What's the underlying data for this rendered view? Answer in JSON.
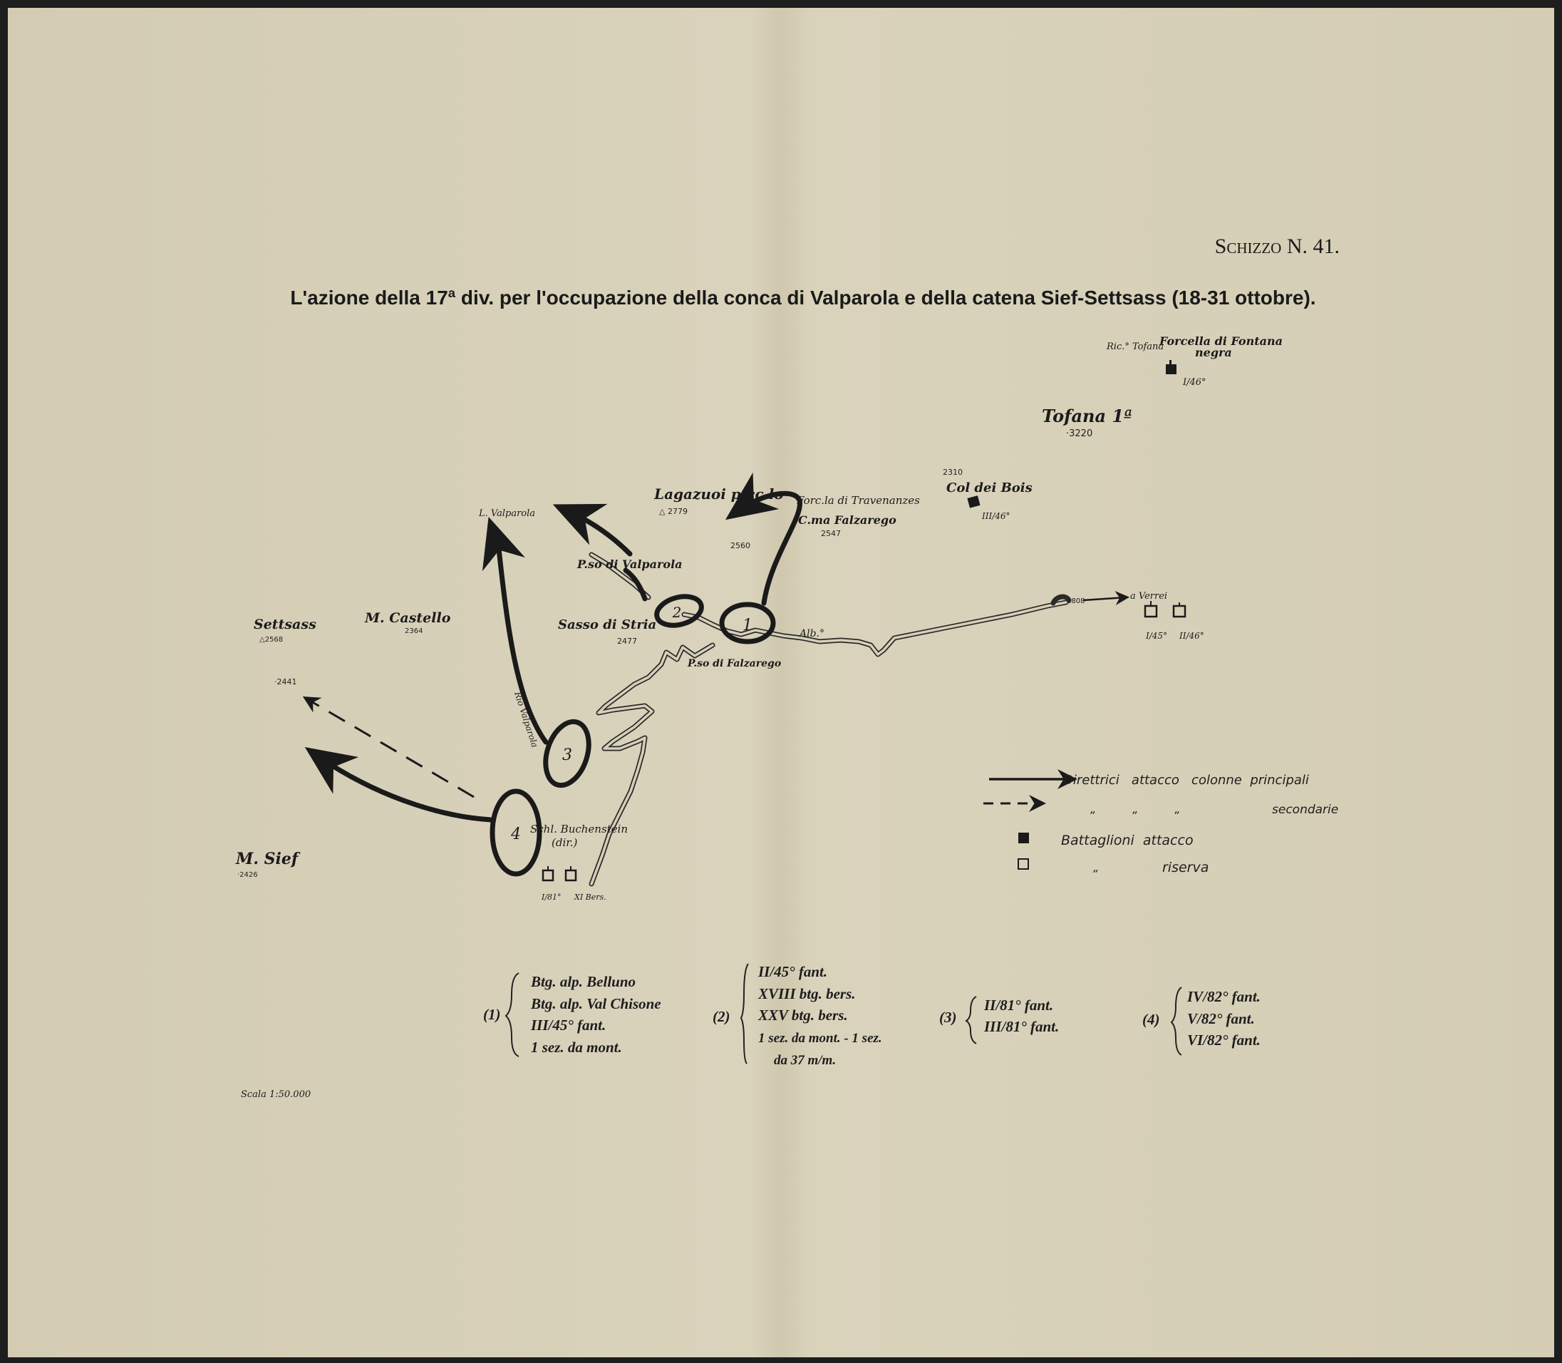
{
  "header": {
    "sketch_number": "Schizzo N. 41.",
    "title": "L'azione della 17ª div. per l'occupazione della conca di Valparola e della catena Sief-Settsass (18-31 ottobre)."
  },
  "colors": {
    "paper": "#d8d1b9",
    "ink": "#1a1a1a",
    "frame": "#1e1e1e"
  },
  "places": {
    "ric_tofana": "Ric.° Tofana",
    "forcella_fontana_negra_1": "Forcella di Fontana",
    "forcella_fontana_negra_2": "negra",
    "tofana": "Tofana 1ª",
    "tofana_elev": "·3220",
    "col_dei_bois_elev": "2310",
    "col_dei_bois": "Col dei Bois",
    "lagazuoi": "Lagazuoi picc.lo",
    "lagazuoi_elev": "△ 2779",
    "forc_travenanzes": "Forc.la di Travenanzes",
    "cima_falzarego": "C.ma Falzarego",
    "cima_falzarego_elev": "2547",
    "elev_2560": "2560",
    "lago_valparola": "L. Valparola",
    "passo_valparola": "P.so di Valparola",
    "sasso_stria": "Sasso di Stria",
    "sasso_stria_elev": "2477",
    "albergo": "Alb.°",
    "passo_falzarego": "P.so di Falzarego",
    "elev_1808": "1808",
    "verrei": "a Verrei",
    "settsass": "Settsass",
    "settsass_elev": "△2568",
    "castello": "M. Castello",
    "castello_elev": "2364",
    "elev_2441": "·2441",
    "sief": "M. Sief",
    "sief_elev": "·2426",
    "rio_valparola": "Rio Valparola",
    "buchenstein": "Schl. Buchenstein",
    "buchenstein_dir": "(dir.)"
  },
  "units": {
    "i_46": "I/46°",
    "iii_46": "III/46°",
    "i_45": "I/45°",
    "ii_46": "II/46°",
    "i_81": "I/81°",
    "xi_bers": "XI Bers."
  },
  "groups": {
    "g1": {
      "number": "1",
      "tag": "(1)",
      "lines": [
        "Btg. alp. Belluno",
        "Btg. alp. Val Chisone",
        "III/45° fant.",
        "1 sez. da mont."
      ]
    },
    "g2": {
      "number": "2",
      "tag": "(2)",
      "lines": [
        "II/45° fant.",
        "XVIII btg. bers.",
        "XXV btg. bers.",
        "1 sez. da mont. - 1 sez.",
        "da 37 m/m."
      ]
    },
    "g3": {
      "number": "3",
      "tag": "(3)",
      "lines": [
        "II/81° fant.",
        "III/81° fant."
      ]
    },
    "g4": {
      "number": "4",
      "tag": "(4)",
      "lines": [
        "IV/82° fant.",
        "V/82° fant.",
        "VI/82° fant."
      ]
    }
  },
  "legend": {
    "main_attack": "Direttrici   attacco   colonne  principali",
    "ditto_marks": "„          „          „",
    "secondary": "secondarie",
    "attack_battalions": "Battaglioni  attacco",
    "ditto_single": "„",
    "reserve": "riserva"
  },
  "scale": "Scala 1:50.000"
}
